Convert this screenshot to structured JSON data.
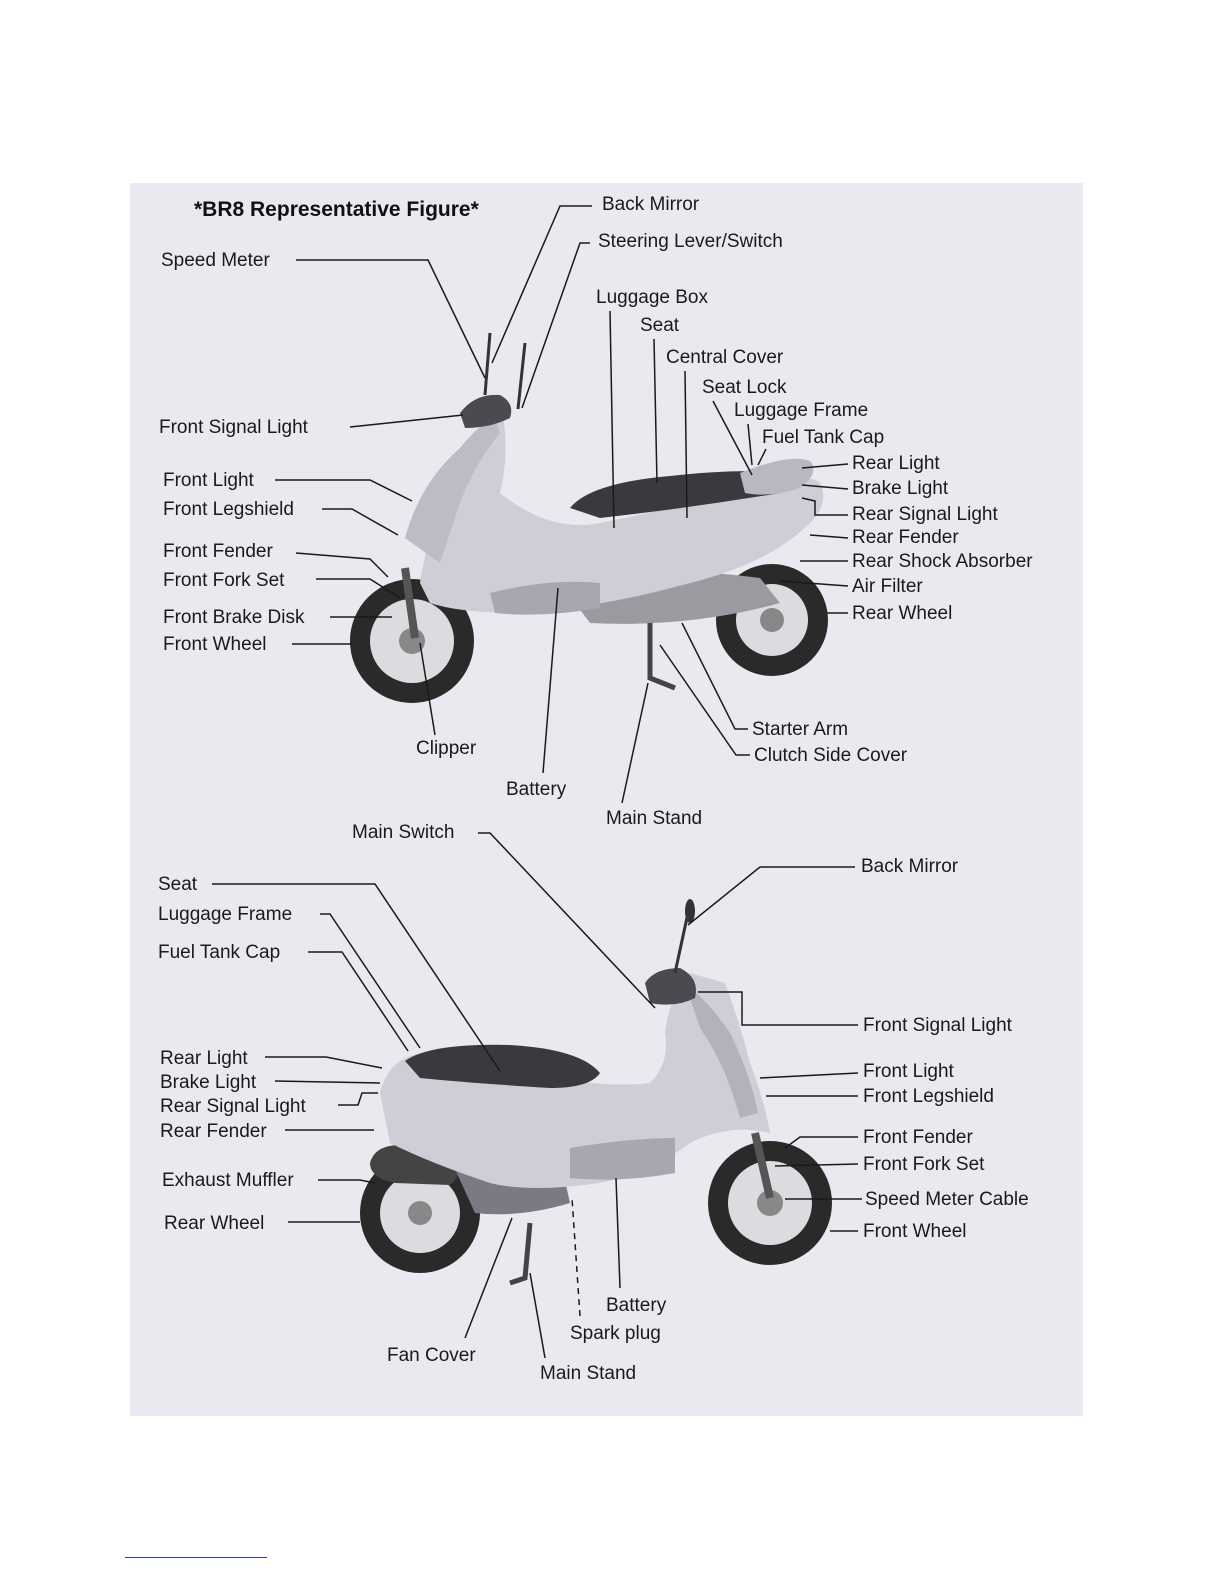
{
  "figure": {
    "title": "*BR8   Representative Figure*",
    "top_view": {
      "labels": {
        "back_mirror": "Back Mirror",
        "steering_lever": "Steering Lever/Switch",
        "speed_meter": "Speed Meter",
        "luggage_box": "Luggage Box",
        "seat": "Seat",
        "central_cover": "Central Cover",
        "seat_lock": "Seat Lock",
        "luggage_frame": "Luggage Frame",
        "fuel_tank_cap": "Fuel Tank Cap",
        "front_signal_light": "Front  Signal Light",
        "rear_light": "Rear Light",
        "brake_light": "Brake Light",
        "rear_signal_light": "Rear Signal Light",
        "rear_fender": "Rear Fender",
        "rear_shock_absorber": "Rear Shock Absorber",
        "air_filter": "Air Filter",
        "rear_wheel": "Rear Wheel",
        "front_light": "Front Light",
        "front_legshield": "Front Legshield",
        "front_fender": "Front Fender",
        "front_fork_set": "Front Fork Set",
        "front_brake_disk": "Front Brake Disk",
        "front_wheel": "Front Wheel",
        "clipper": "Clipper",
        "battery": "Battery",
        "main_stand": "Main Stand",
        "starter_arm": "Starter Arm",
        "clutch_side_cover": "Clutch Side Cover"
      }
    },
    "bottom_view": {
      "labels": {
        "main_switch": "Main Switch",
        "back_mirror": "Back Mirror",
        "seat": "Seat",
        "luggage_frame": "Luggage Frame",
        "fuel_tank_cap": "Fuel Tank Cap",
        "front_signal_light": "Front Signal Light",
        "rear_light": "Rear Light",
        "brake_light": "Brake Light",
        "rear_signal_light": "Rear Signal  Light",
        "rear_fender": "Rear Fender",
        "front_light": "Front Light",
        "front_legshield": "Front Legshield",
        "front_fender": "Front Fender",
        "front_fork_set": "Front Fork Set",
        "exhaust_muffler": "Exhaust Muffler",
        "speed_meter_cable": "Speed Meter Cable",
        "rear_wheel": "Rear Wheel",
        "front_wheel": "Front Wheel",
        "battery": "Battery",
        "spark_plug": "Spark plug",
        "fan_cover": "Fan Cover",
        "main_stand": "Main Stand"
      }
    }
  }
}
